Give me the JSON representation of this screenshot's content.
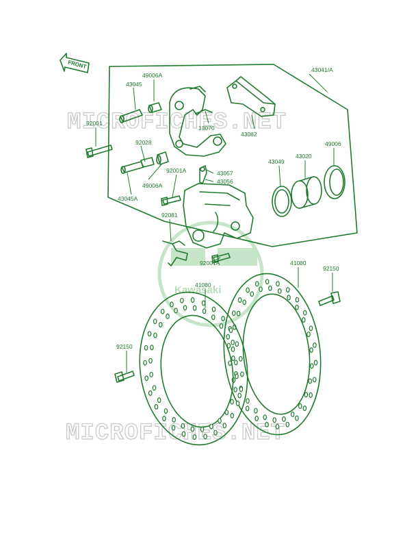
{
  "front_arrow": {
    "label": "FRONT"
  },
  "watermark": {
    "text": "MICROFICHES.NET",
    "logo_text": "Kawasaki"
  },
  "parts": {
    "p43041A": "43041/A",
    "p49006A_top": "49006A",
    "p43045": "43045",
    "p92001": "92001",
    "p13070": "13070",
    "p92028": "92028",
    "p43082": "43082",
    "p43049": "43049",
    "p43020": "43020",
    "p49006": "49006",
    "p92001A_top": "92001A",
    "p43057": "43057",
    "p43056": "43056",
    "p49006A_bot": "49006A",
    "p43045A": "43045A",
    "p92081": "92081",
    "p92001A_bot": "92001A",
    "p41080_right": "41080",
    "p92150_right": "92150",
    "p41080_left": "41080",
    "p92150_left": "92150"
  },
  "colors": {
    "ink": "#1e7a2c",
    "watermark": "#c9c9c9",
    "logo": "#b6dcb9"
  }
}
